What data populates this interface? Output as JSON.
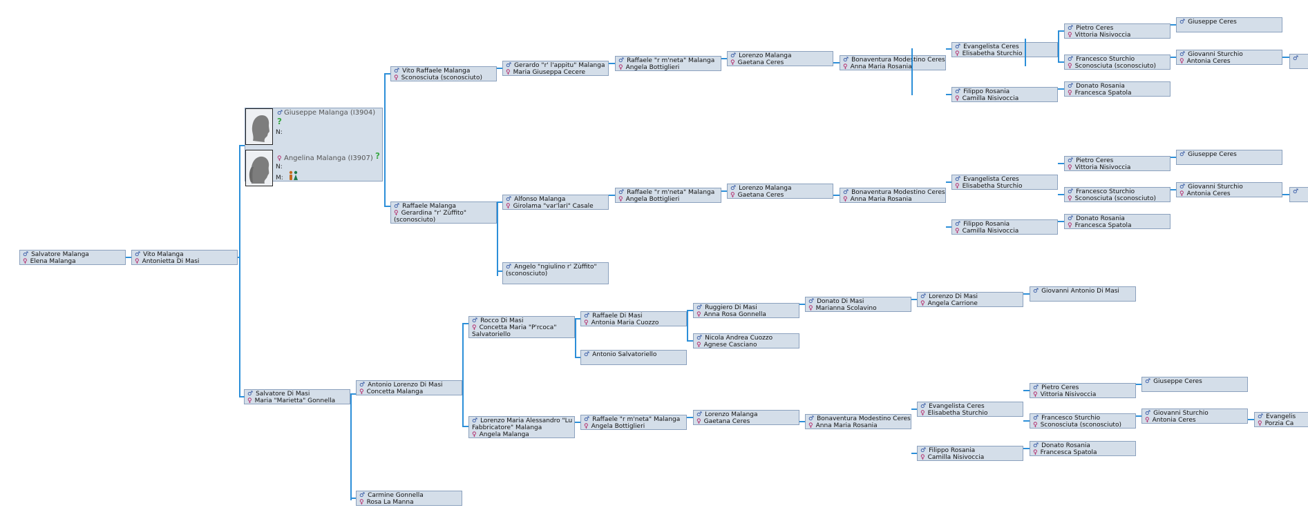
{
  "symbols": {
    "male": "♂",
    "female": "♀"
  },
  "persons": {
    "b1": {
      "l1": "Salvatore Malanga",
      "l2": "Elena Malanga"
    },
    "b2": {
      "l1": "Vito Malanga",
      "l2": "Antonietta Di Masi"
    },
    "b3": {
      "l1": "Vito Raffaele Malanga",
      "l2": "Sconosciuta (sconosciuto)"
    },
    "b4": {
      "l1": "Gerardo \"r' l'appitu\" Malanga",
      "l2": "Maria Giuseppa Cecere"
    },
    "b5": {
      "l1": "Raffaele \"r m'neta\" Malanga",
      "l2": "Angela Bottiglieri"
    },
    "b6": {
      "l1": "Lorenzo Malanga",
      "l2": "Gaetana Ceres"
    },
    "b7": {
      "l1": "Bonaventura Modestino Ceres",
      "l2": "Anna Maria Rosania"
    },
    "b8": {
      "l1": "Evangelista Ceres",
      "l2": "Elisabetha Sturchio"
    },
    "b9": {
      "l1": "Pietro Ceres",
      "l2": "Vittoria Nisivoccia"
    },
    "b10": {
      "l1": "Giuseppe Ceres"
    },
    "b11": {
      "l1": "Francesco Sturchio",
      "l2": "Sconosciuta (sconosciuto)"
    },
    "b12": {
      "l1": "Giovanni Sturchio",
      "l2": "Antonia Ceres"
    },
    "b13": {
      "l1": "Filippo Rosania",
      "l2": "Camilla Nisivoccia"
    },
    "b14": {
      "l1": "Donato Rosania",
      "l2": "Francesca Spatola"
    },
    "b15": {
      "l1": "Raffaele Malanga",
      "l2": "Gerardina \"r' Zùffito\"",
      "l3": "(sconosciuto)"
    },
    "b16": {
      "l1": "Alfonso Malanga",
      "l2": "Girolama \"var'lari\" Casale"
    },
    "b17": {
      "l1": "Raffaele \"r m'neta\" Malanga",
      "l2": "Angela Bottiglieri"
    },
    "b18": {
      "l1": "Lorenzo Malanga",
      "l2": "Gaetana Ceres"
    },
    "b19": {
      "l1": "Bonaventura Modestino Ceres",
      "l2": "Anna Maria Rosania"
    },
    "b20": {
      "l1": "Evangelista Ceres",
      "l2": "Elisabetha Sturchio"
    },
    "b21": {
      "l1": "Pietro Ceres",
      "l2": "Vittoria Nisivoccia"
    },
    "b22": {
      "l1": "Giuseppe Ceres"
    },
    "b23": {
      "l1": "Francesco Sturchio",
      "l2": "Sconosciuta (sconosciuto)"
    },
    "b24": {
      "l1": "Giovanni Sturchio",
      "l2": "Antonia Ceres"
    },
    "b25": {
      "l1": "Filippo Rosania",
      "l2": "Camilla Nisivoccia"
    },
    "b26": {
      "l1": "Donato Rosania",
      "l2": "Francesca Spatola"
    },
    "b27": {
      "l1": "Angelo \"ngiulino r' Zùffito\"",
      "l2": "(sconosciuto)"
    },
    "b28": {
      "l1": "Salvatore Di Masi",
      "l2": "Maria \"Marietta\" Gonnella"
    },
    "b29": {
      "l1": "Antonio Lorenzo Di Masi",
      "l2": "Concetta Malanga"
    },
    "b30": {
      "l1": "Rocco Di Masi",
      "l2": "Concetta Maria \"P'rcoca\"",
      "l3": "Salvatoriello"
    },
    "b31": {
      "l1": "Raffaele Di Masi",
      "l2": "Antonia Maria Cuozzo"
    },
    "b32": {
      "l1": "Ruggiero Di Masi",
      "l2": "Anna Rosa Gonnella"
    },
    "b33": {
      "l1": "Donato Di Masi",
      "l2": "Marianna Scolavino"
    },
    "b34": {
      "l1": "Lorenzo Di Masi",
      "l2": "Angela Carrione"
    },
    "b35": {
      "l1": "Giovanni Antonio Di Masi"
    },
    "b36": {
      "l1": "Nicola Andrea Cuozzo",
      "l2": "Agnese Casciano"
    },
    "b37": {
      "l1": "Antonio Salvatoriello"
    },
    "b38": {
      "l1": "Lorenzo Maria Alessandro \"Lu",
      "l2": "Fabbricatore\" Malanga",
      "l3": "Angela Malanga"
    },
    "b39": {
      "l1": "Raffaele \"r m'neta\" Malanga",
      "l2": "Angela Bottiglieri"
    },
    "b40": {
      "l1": "Lorenzo Malanga",
      "l2": "Gaetana Ceres"
    },
    "b41": {
      "l1": "Bonaventura Modestino Ceres",
      "l2": "Anna Maria Rosania"
    },
    "b42": {
      "l1": "Evangelista Ceres",
      "l2": "Elisabetha Sturchio"
    },
    "b43": {
      "l1": "Pietro Ceres",
      "l2": "Vittoria Nisivoccia"
    },
    "b44": {
      "l1": "Giuseppe Ceres"
    },
    "b45": {
      "l1": "Francesco Sturchio",
      "l2": "Sconosciuta (sconosciuto)"
    },
    "b46": {
      "l1": "Giovanni Sturchio",
      "l2": "Antonia Ceres"
    },
    "b47": {
      "l1": "Evangelis",
      "l2": "Porzia Ca"
    },
    "b48": {
      "l1": "Filippo Rosania",
      "l2": "Camilla Nisivoccia"
    },
    "b49": {
      "l1": "Donato Rosania",
      "l2": "Francesca Spatola"
    },
    "b50": {
      "l1": "Carmine Gonnella",
      "l2": "Rosa La Manna"
    }
  },
  "focus": {
    "father_name": "Giuseppe Malanga (I3904)",
    "mother_name": "Angelina Malanga (I3907)",
    "label_n": "N:",
    "label_m": "M:",
    "unknown_mark": "?"
  },
  "colors": {
    "box_bg": "#d4dee9",
    "box_border": "#8aa0bd",
    "connector": "#2b8ed8",
    "male": "#2a4f9f",
    "female": "#b0195f"
  }
}
